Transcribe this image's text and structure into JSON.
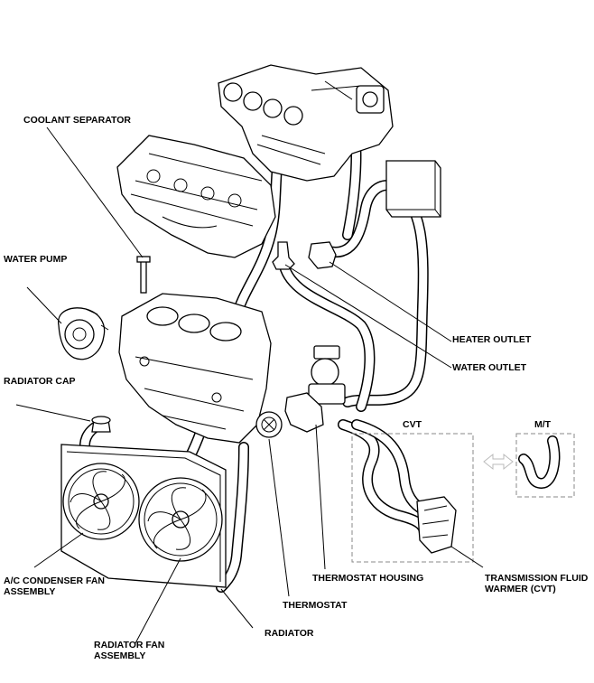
{
  "labels": {
    "coolant_separator": "COOLANT SEPARATOR",
    "water_pump": "WATER PUMP",
    "radiator_cap": "RADIATOR CAP",
    "heater_outlet": "HEATER OUTLET",
    "water_outlet": "WATER OUTLET",
    "cvt": "CVT",
    "mt": "M/T",
    "ac_condenser_fan": "A/C CONDENSER FAN\nASSEMBLY",
    "thermostat_housing": "THERMOSTAT HOUSING",
    "transmission_fluid_warmer": "TRANSMISSION FLUID\nWARMER (CVT)",
    "thermostat": "THERMOSTAT",
    "radiator": "RADIATOR",
    "radiator_fan": "RADIATOR FAN\nASSEMBLY"
  }
}
